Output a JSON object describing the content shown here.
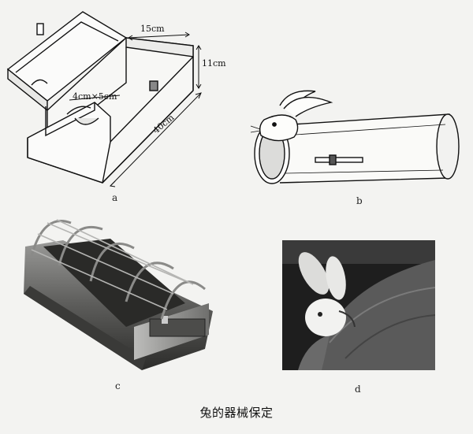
{
  "caption": "兔的器械保定",
  "panels": [
    {
      "id": "a",
      "label": "a",
      "dims": {
        "width": "15cm",
        "height": "11cm",
        "length": "40cm",
        "hole": "4cm×5cm"
      }
    },
    {
      "id": "b",
      "label": "b"
    },
    {
      "id": "c",
      "label": "c"
    },
    {
      "id": "d",
      "label": "d"
    }
  ]
}
